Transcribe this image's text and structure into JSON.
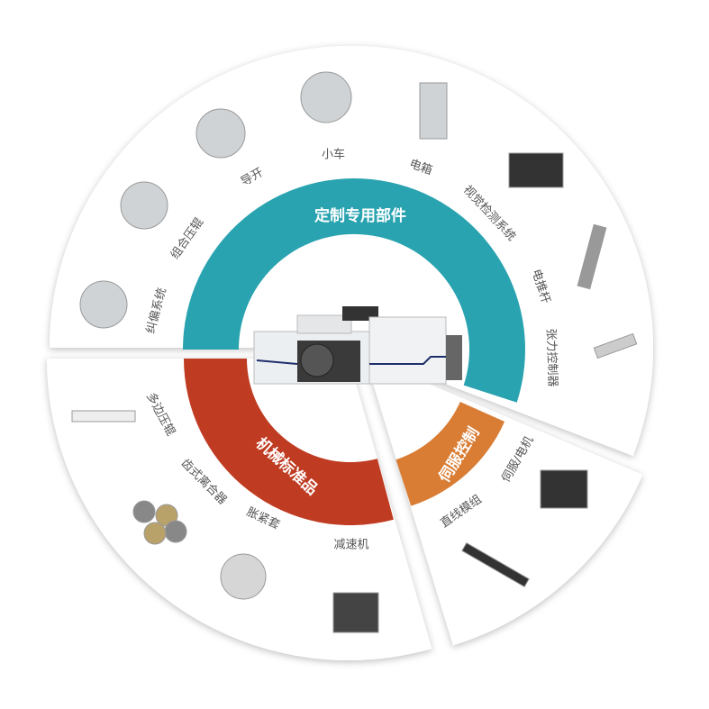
{
  "categories": {
    "custom": {
      "label": "定制专用部件",
      "color": "#2aa3b0"
    },
    "mechanical": {
      "label": "机械标准品",
      "color": "#bf3c22"
    },
    "servo": {
      "label": "伺服控制",
      "color": "#d97d35"
    }
  },
  "items": {
    "custom": [
      "纠偏系统",
      "组合压辊",
      "导开",
      "小车",
      "电箱",
      "视觉检测系统",
      "电推杆",
      "张力控制器"
    ],
    "mechanical": [
      "多边压辊",
      "齿式离合器",
      "胀紧套",
      "减速机"
    ],
    "servo": [
      "直线模组",
      "伺服/电机"
    ]
  },
  "colors": {
    "background_disc": "#ffffff",
    "gap": "#e6e4e2",
    "label": "#555555"
  }
}
